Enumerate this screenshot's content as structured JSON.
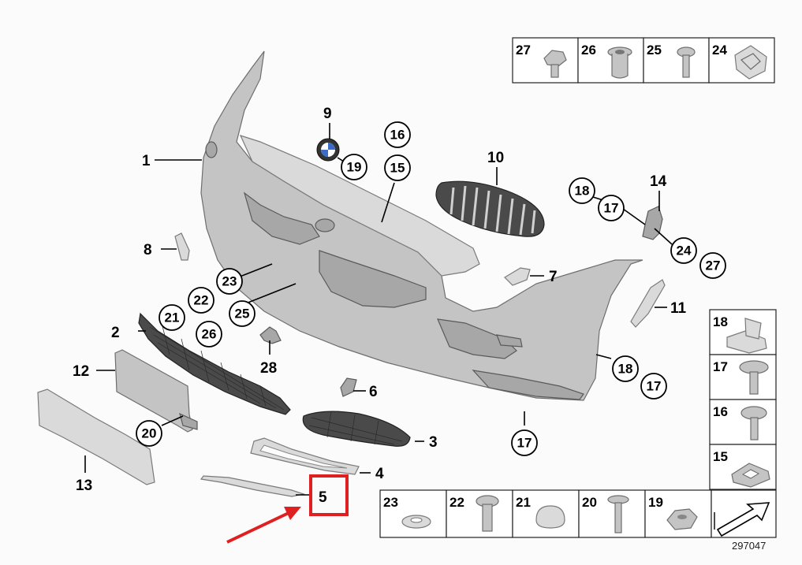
{
  "callouts": {
    "c1": "1",
    "c2": "2",
    "c3": "3",
    "c4": "4",
    "c5": "5",
    "c6": "6",
    "c7": "7",
    "c8": "8",
    "c9": "9",
    "c10": "10",
    "c11": "11",
    "c12": "12",
    "c13": "13",
    "c14": "14",
    "c15": "15",
    "c16": "16",
    "c17a": "17",
    "c17b": "17",
    "c17c": "17",
    "c18a": "18",
    "c18b": "18",
    "c19": "19",
    "c20": "20",
    "c21": "21",
    "c22": "22",
    "c23": "23",
    "c24": "24",
    "c25": "25",
    "c26": "26",
    "c27": "27",
    "c28": "28"
  },
  "legend_top": [
    "27",
    "26",
    "25",
    "24"
  ],
  "legend_right": [
    "18",
    "17",
    "16",
    "15"
  ],
  "legend_bottom": [
    "23",
    "22",
    "21",
    "20",
    "19"
  ],
  "reference_number": "297047",
  "highlight": {
    "label": "5",
    "color": "#e02020"
  },
  "colors": {
    "part": "#c4c4c4",
    "arrow": "#e02020"
  }
}
